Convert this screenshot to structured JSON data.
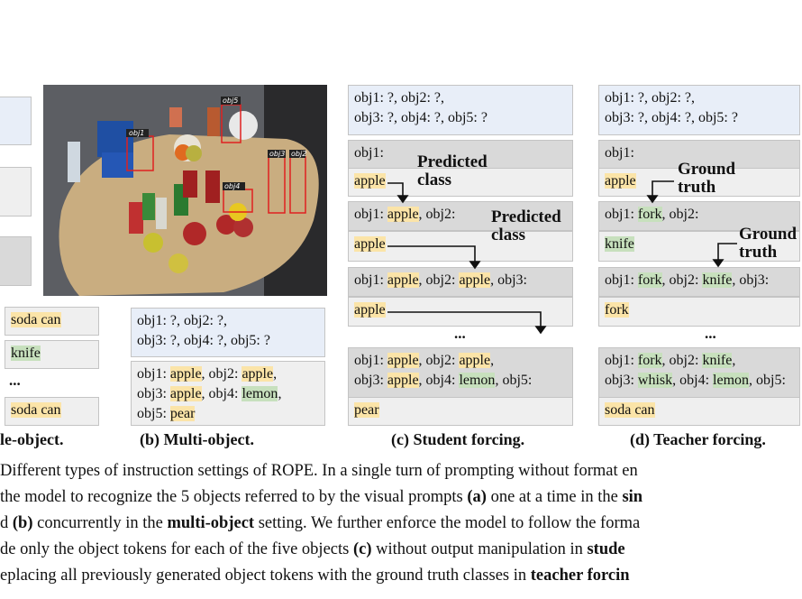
{
  "photo": {
    "labels": [
      "obj1",
      "obj2",
      "obj3",
      "obj4",
      "obj5"
    ]
  },
  "panel_a": {
    "answers": [
      [
        {
          "t": "soda can",
          "c": "y"
        }
      ],
      [
        {
          "t": "knife",
          "c": "g"
        }
      ],
      [
        {
          "t": "soda can",
          "c": "y"
        }
      ]
    ],
    "dots": "...",
    "caption": "le-object."
  },
  "panel_b": {
    "rows": [
      {
        "kind": "q",
        "lines": [
          [
            "obj1: ?, obj2: ?,"
          ],
          [
            "obj3: ?, obj4: ?, obj5: ?"
          ]
        ]
      },
      {
        "kind": "light",
        "lines": [
          [
            "obj1: ",
            {
              "t": "apple",
              "c": "y"
            },
            ", obj2: ",
            {
              "t": "apple",
              "c": "y"
            },
            ","
          ],
          [
            "obj3: ",
            {
              "t": "apple",
              "c": "y"
            },
            ", obj4: ",
            {
              "t": "lemon",
              "c": "g"
            },
            ","
          ],
          [
            "obj5: ",
            {
              "t": "pear",
              "c": "y"
            }
          ]
        ]
      }
    ],
    "caption": "(b) Multi-object."
  },
  "panel_c": {
    "rows": [
      {
        "kind": "q",
        "lines": [
          [
            "obj1: ?, obj2: ?,"
          ],
          [
            "obj3: ?, obj4: ?, obj5: ?"
          ]
        ]
      },
      {
        "kind": "dark",
        "lines": [
          [
            "obj1:"
          ]
        ]
      },
      {
        "kind": "light",
        "lines": [
          [
            {
              "t": "apple",
              "c": "y"
            }
          ]
        ]
      },
      {
        "kind": "dark",
        "lines": [
          [
            "obj1: ",
            {
              "t": "apple",
              "c": "y"
            },
            ", obj2:"
          ]
        ]
      },
      {
        "kind": "light",
        "lines": [
          [
            {
              "t": "apple",
              "c": "y"
            }
          ]
        ]
      },
      {
        "kind": "dark",
        "lines": [
          [
            "obj1: ",
            {
              "t": "apple",
              "c": "y"
            },
            ", obj2: ",
            {
              "t": "apple",
              "c": "y"
            },
            ", obj3:"
          ]
        ]
      },
      {
        "kind": "light",
        "lines": [
          [
            {
              "t": "apple",
              "c": "y"
            }
          ]
        ]
      },
      {
        "kind": "dark",
        "lines": [
          [
            "obj1: ",
            {
              "t": "apple",
              "c": "y"
            },
            ", obj2: ",
            {
              "t": "apple",
              "c": "y"
            },
            ","
          ],
          [
            "obj3: ",
            {
              "t": "apple",
              "c": "y"
            },
            ", obj4: ",
            {
              "t": "lemon",
              "c": "g"
            },
            ", obj5:"
          ]
        ]
      },
      {
        "kind": "light",
        "lines": [
          [
            {
              "t": "pear",
              "c": "y"
            }
          ]
        ]
      }
    ],
    "dots": "...",
    "annotations": [
      "Predicted class",
      "Predicted class"
    ],
    "caption": "(c) Student forcing."
  },
  "panel_d": {
    "rows": [
      {
        "kind": "q",
        "lines": [
          [
            "obj1: ?, obj2: ?,"
          ],
          [
            "obj3: ?, obj4: ?, obj5: ?"
          ]
        ]
      },
      {
        "kind": "dark",
        "lines": [
          [
            "obj1:"
          ]
        ]
      },
      {
        "kind": "light",
        "lines": [
          [
            {
              "t": "apple",
              "c": "y"
            }
          ]
        ]
      },
      {
        "kind": "dark",
        "lines": [
          [
            "obj1: ",
            {
              "t": "fork",
              "c": "g"
            },
            ", obj2:"
          ]
        ]
      },
      {
        "kind": "light",
        "lines": [
          [
            {
              "t": "knife",
              "c": "g"
            }
          ]
        ]
      },
      {
        "kind": "dark",
        "lines": [
          [
            "obj1: ",
            {
              "t": "fork",
              "c": "g"
            },
            ", obj2: ",
            {
              "t": "knife",
              "c": "g"
            },
            ", obj3:"
          ]
        ]
      },
      {
        "kind": "light",
        "lines": [
          [
            {
              "t": "fork",
              "c": "y"
            }
          ]
        ]
      },
      {
        "kind": "dark",
        "lines": [
          [
            "obj1: ",
            {
              "t": "fork",
              "c": "g"
            },
            ", obj2: ",
            {
              "t": "knife",
              "c": "g"
            },
            ","
          ],
          [
            "obj3: ",
            {
              "t": "whisk",
              "c": "g"
            },
            ", obj4: ",
            {
              "t": "lemon",
              "c": "g"
            },
            ", obj5:"
          ]
        ]
      },
      {
        "kind": "light",
        "lines": [
          [
            {
              "t": "soda can",
              "c": "y"
            }
          ]
        ]
      }
    ],
    "dots": "...",
    "annotations": [
      "Ground truth",
      "Ground truth"
    ],
    "caption": "(d) Teacher forcing."
  },
  "caption_lines": [
    [
      " Different types of instruction settings of ROPE. In a single turn of prompting without format en"
    ],
    [
      " the model to recognize the 5 objects referred to by the visual prompts ",
      {
        "b": "(a)"
      },
      " one at a time in the ",
      {
        "b": "sin"
      }
    ],
    [
      "d ",
      {
        "b": "(b)"
      },
      " concurrently in the ",
      {
        "b": "multi-object"
      },
      " setting. We further enforce the model to follow the forma"
    ],
    [
      "de only the object tokens for each of the five objects ",
      {
        "b": "(c)"
      },
      " without output manipulation in ",
      {
        "b": "stude"
      }
    ],
    [
      "eplacing all previously generated object tokens with the ground truth classes in ",
      {
        "b": "teacher forcin"
      }
    ]
  ]
}
